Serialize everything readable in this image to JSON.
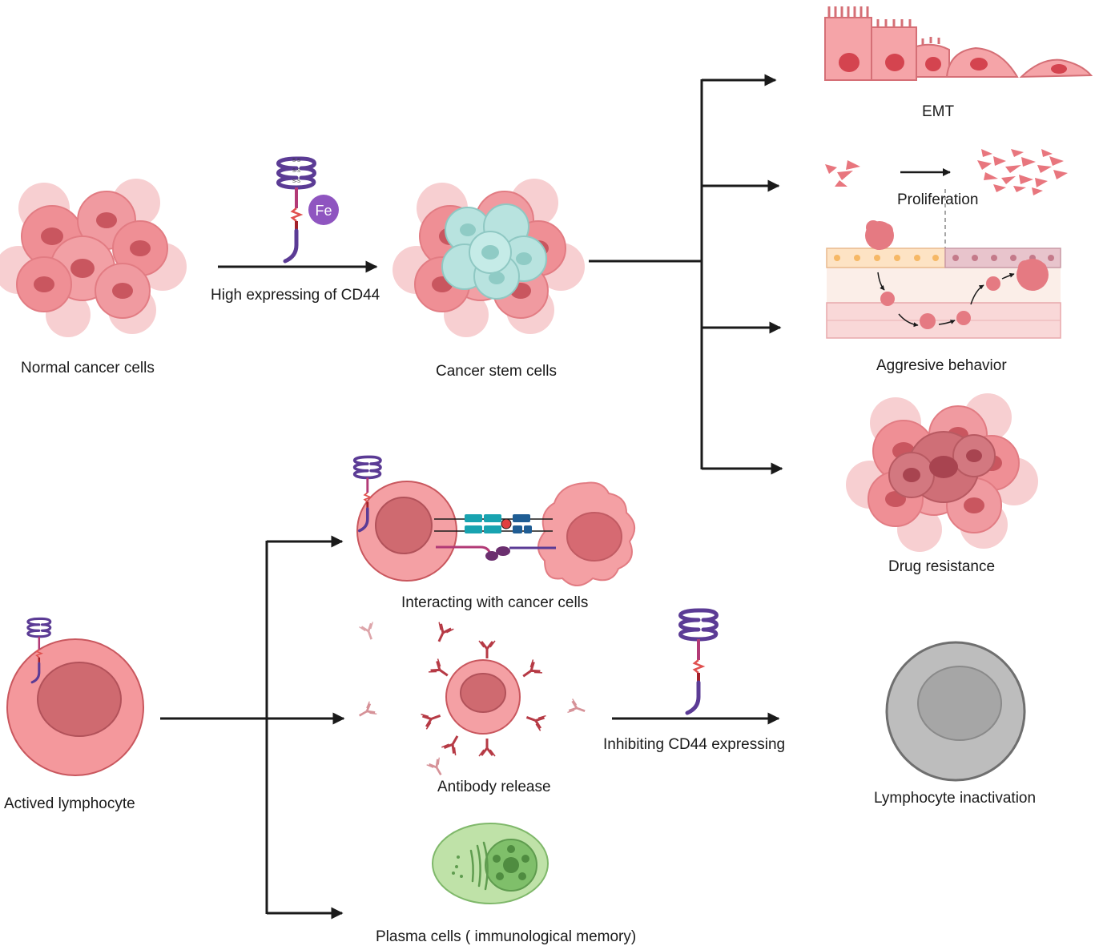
{
  "labels": {
    "normal_cancer_cells": "Normal cancer cells",
    "high_expressing_cd44": "High expressing of  CD44",
    "cancer_stem_cells": "Cancer stem cells",
    "emt": "EMT",
    "proliferation": "Proliferation",
    "aggressive_behavior": "Aggresive behavior",
    "drug_resistance": "Drug resistance",
    "actived_lymphocyte": "Actived lymphocyte",
    "interacting_with_cancer_cells": "Interacting with cancer cells",
    "antibody_release": "Antibody release",
    "inhibiting_cd44_expressing": "Inhibiting CD44 expressing",
    "lymphocyte_inactivation": "Lymphocyte inactivation",
    "plasma_cells": "Plasma cells ( immunological memory)"
  },
  "receptor": {
    "disulfide_label": "S-S",
    "iron_label": "Fe"
  },
  "colors": {
    "cancer_cell": "#ef8f95",
    "cancer_cell_light": "#f6c4c6",
    "nucleus": "#c9565f",
    "stem_cell": "#b8e3df",
    "receptor_purple": "#5b3b95",
    "receptor_magenta": "#b23a76",
    "fe_purple": "#8f55c0",
    "lymphocyte": "#f4989c",
    "lymphocyte_nucleus": "#cf6a70",
    "inactive_cell": "#bdbdbd",
    "plasma_cell": "#a9d58f",
    "arrow": "#1a1a1a"
  }
}
